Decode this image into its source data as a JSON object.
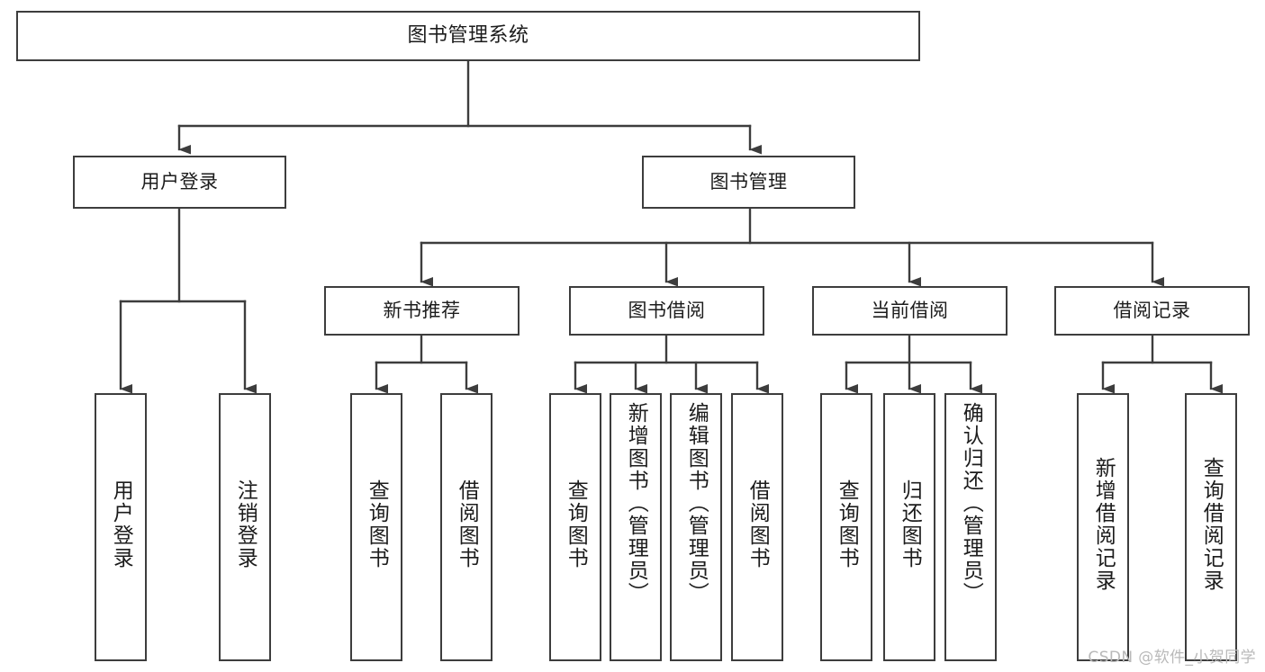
{
  "diagram": {
    "title": "图书管理系统",
    "type": "tree-hierarchy-diagram",
    "colors": {
      "box_border": "#3d3d3d",
      "box_fill": "#ffffff",
      "text": "#1c1c1c",
      "connector": "#3d3d3d",
      "watermark": "#b9b9b9"
    },
    "root": {
      "label": "图书管理系统"
    },
    "level2": [
      {
        "label": "用户登录"
      },
      {
        "label": "图书管理"
      }
    ],
    "level3": [
      {
        "label": "新书推荐"
      },
      {
        "label": "图书借阅"
      },
      {
        "label": "当前借阅"
      },
      {
        "label": "借阅记录"
      }
    ],
    "leaves": {
      "user_login": [
        {
          "label": "用户登录"
        },
        {
          "label": "注销登录"
        }
      ],
      "new_book_recommend": [
        {
          "label": "查询图书"
        },
        {
          "label": "借阅图书"
        }
      ],
      "book_borrow": [
        {
          "label": "查询图书"
        },
        {
          "label": "新增图书（管理员）"
        },
        {
          "label": "编辑图书（管理员）"
        },
        {
          "label": "借阅图书"
        }
      ],
      "current_borrow": [
        {
          "label": "查询图书"
        },
        {
          "label": "归还图书"
        },
        {
          "label": "确认归还（管理员）"
        }
      ],
      "borrow_record": [
        {
          "label": "新增借阅记录"
        },
        {
          "label": "查询借阅记录"
        }
      ]
    }
  },
  "watermark": {
    "text": "CSDN @软件_小贺同学"
  }
}
